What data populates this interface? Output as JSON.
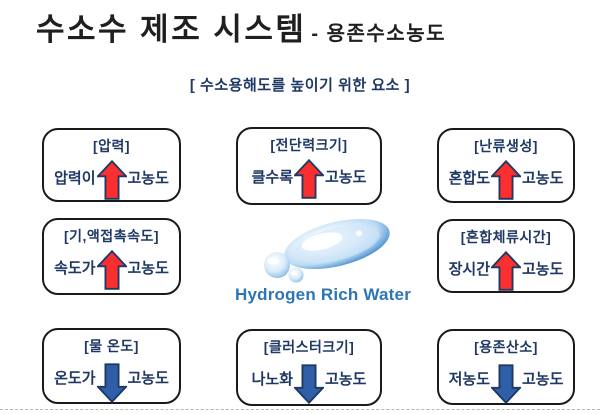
{
  "title": {
    "main": "수소수 제조 시스템",
    "suffix": "- 용존수소농도"
  },
  "subtitle": "[ 수소용해도를 높이기 위한 요소 ]",
  "center": {
    "caption": "Hydrogen Rich Water"
  },
  "colors": {
    "title_text": "#1f1f1f",
    "navy_text": "#1F3864",
    "up_arrow_fill": "#FB2F2F",
    "down_arrow_fill": "#2E5FA8",
    "arrow_outline": "#1F3864",
    "caption_blue": "#2E75B6",
    "box_border": "#1a1a1a"
  },
  "boxes": [
    {
      "label": "[압력]",
      "left_text": "압력이",
      "right_text": "고농도",
      "arrow": "up"
    },
    {
      "label": "[전단력크기]",
      "left_text": "클수록",
      "right_text": "고농도",
      "arrow": "up"
    },
    {
      "label": "[난류생성]",
      "left_text": "혼합도",
      "right_text": "고농도",
      "arrow": "up"
    },
    {
      "label": "[기,액접촉속도]",
      "left_text": "속도가",
      "right_text": "고농도",
      "arrow": "up"
    },
    {
      "label": "[혼합체류시간]",
      "left_text": "장시간",
      "right_text": "고농도",
      "arrow": "up"
    },
    {
      "label": "[물 온도]",
      "left_text": "온도가",
      "right_text": "고농도",
      "arrow": "down"
    },
    {
      "label": "[클러스터크기]",
      "left_text": "나노화",
      "right_text": "고농도",
      "arrow": "down"
    },
    {
      "label": "[용존산소]",
      "left_text": "저농도",
      "right_text": "고농도",
      "arrow": "down"
    }
  ]
}
